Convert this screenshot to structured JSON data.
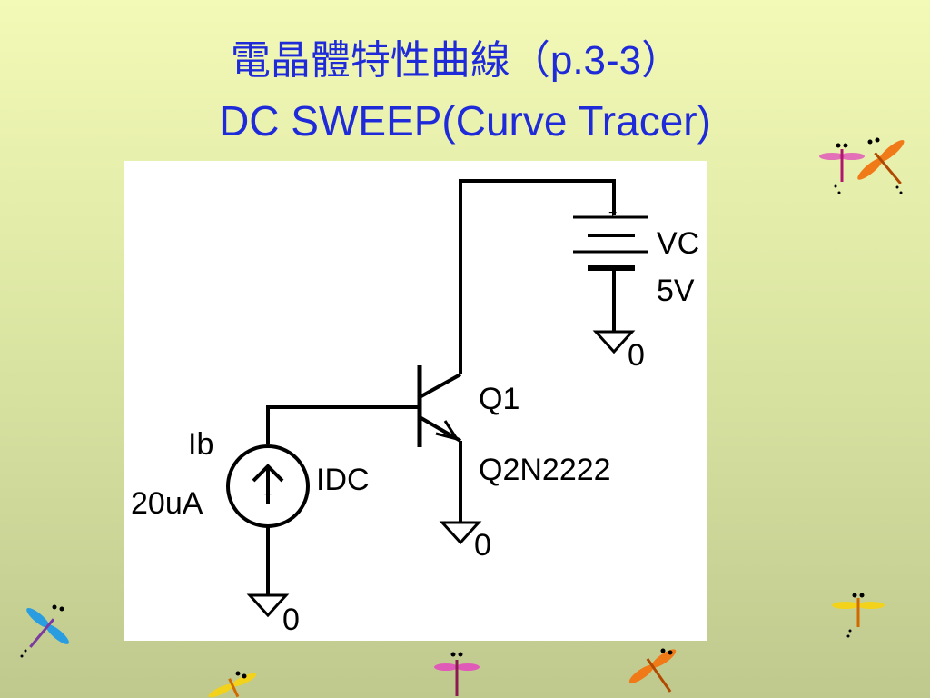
{
  "title": {
    "line1_cjk": "電晶體特性曲線",
    "line1_open": "（",
    "line1_ref": "p.3-3",
    "line1_close": "）",
    "line2": "DC SWEEP(Curve Tracer)"
  },
  "schematic": {
    "voltage_source": {
      "name": "VC",
      "value": "5V",
      "plus_mark": "+"
    },
    "transistor": {
      "ref": "Q1",
      "model": "Q2N2222"
    },
    "current_source": {
      "name": "IDC",
      "label": "Ib",
      "value": "20uA",
      "plus_mark": "+"
    },
    "ground_labels": [
      "0",
      "0",
      "0"
    ]
  },
  "colors": {
    "title": "#1f2bd9",
    "wire": "#000000",
    "background_top": "#f3f9b6",
    "background_bottom": "#bfc98e"
  },
  "decorations": [
    "dragonfly-icon"
  ]
}
